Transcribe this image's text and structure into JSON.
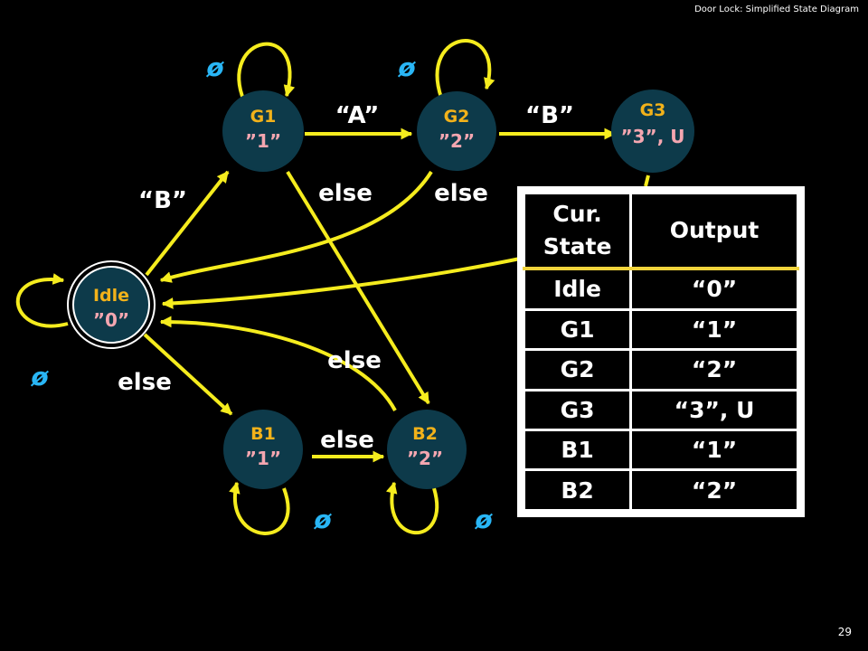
{
  "header": {
    "title": "Door Lock: Simplified State Diagram"
  },
  "footer": {
    "page_number": "29"
  },
  "colors": {
    "background": "#000000",
    "arrow": "#f5ec1e",
    "state_fill": "#0d3a4a",
    "state_name": "#f2b21a",
    "state_output": "#f4a6b0",
    "null_symbol": "#29b6f6",
    "edge_label": "#ffffff"
  },
  "states": {
    "idle": {
      "name": "Idle",
      "output": "”0”"
    },
    "g1": {
      "name": "G1",
      "output": "”1”"
    },
    "g2": {
      "name": "G2",
      "output": "”2”"
    },
    "g3": {
      "name": "G3",
      "output": "”3”, U"
    },
    "b1": {
      "name": "B1",
      "output": "”1”"
    },
    "b2": {
      "name": "B2",
      "output": "”2”"
    }
  },
  "edges": {
    "idle_to_g1": "“B”",
    "g1_to_g2": "“A”",
    "g2_to_g3": "“B”",
    "g1_to_b2": "else",
    "g2_to_idle": "else",
    "idle_to_b1": "else",
    "b1_to_b2": "else",
    "b2_to_idle": "else",
    "null_symbol": "ø"
  },
  "table": {
    "headers": [
      "Cur. State",
      "Output"
    ],
    "rows": [
      [
        "Idle",
        "“0”"
      ],
      [
        "G1",
        "“1”"
      ],
      [
        "G2",
        "“2”"
      ],
      [
        "G3",
        "“3”, U"
      ],
      [
        "B1",
        "“1”"
      ],
      [
        "B2",
        "“2”"
      ]
    ]
  }
}
